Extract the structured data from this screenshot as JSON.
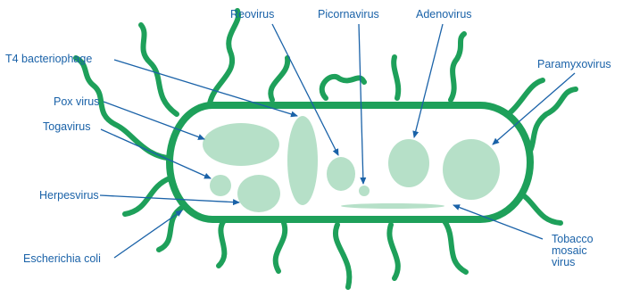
{
  "colors": {
    "cell_wall": "#1ea05a",
    "virus_fill": "#b6e0c8",
    "label_text": "#1a62a8",
    "background": "#ffffff"
  },
  "labels": {
    "reovirus": "Reovirus",
    "picornavirus": "Picornavirus",
    "adenovirus": "Adenovirus",
    "t4": "T4 bacteriophage",
    "paramyxovirus": "Paramyxovirus",
    "pox": "Pox virus",
    "togavirus": "Togavirus",
    "herpesvirus": "Herpesvirus",
    "ecoli": "Escherichia coli",
    "tobacco": [
      "Tobacco",
      "mosaic",
      "virus"
    ]
  }
}
